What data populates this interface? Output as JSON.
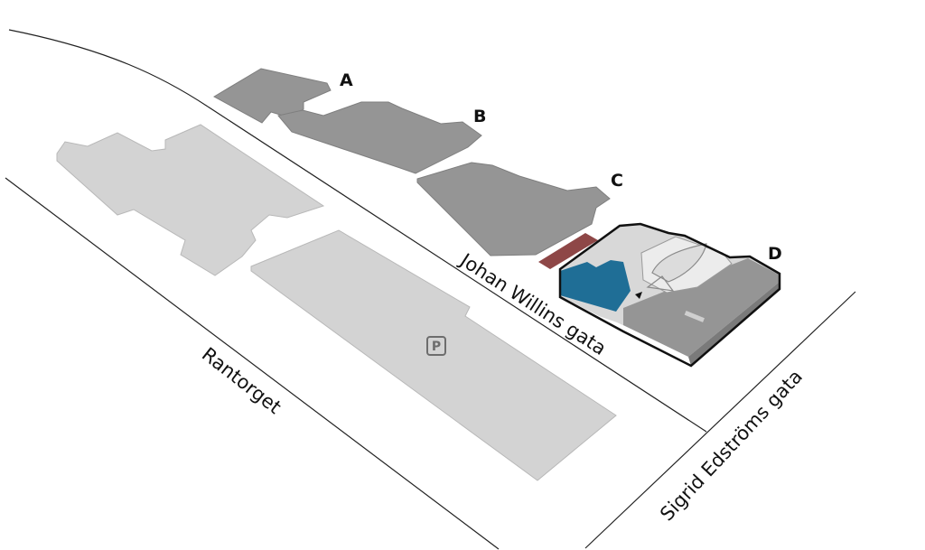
{
  "buildings": {
    "a": {
      "label": "A"
    },
    "b": {
      "label": "B"
    },
    "c": {
      "label": "C"
    },
    "d": {
      "label": "D"
    }
  },
  "streets": {
    "johan_willins": "Johan Willins gata",
    "rantorget": "Rantorget",
    "sigrid_edstroms": "Sigrid Edströms gata"
  },
  "parking": {
    "letter": "P"
  },
  "colors": {
    "building_dark": "#959595",
    "building_light": "#d3d3d3",
    "building_d_highlight": "#1f6e96",
    "entrance_strip": "#8e4747",
    "outline": "#111111"
  }
}
